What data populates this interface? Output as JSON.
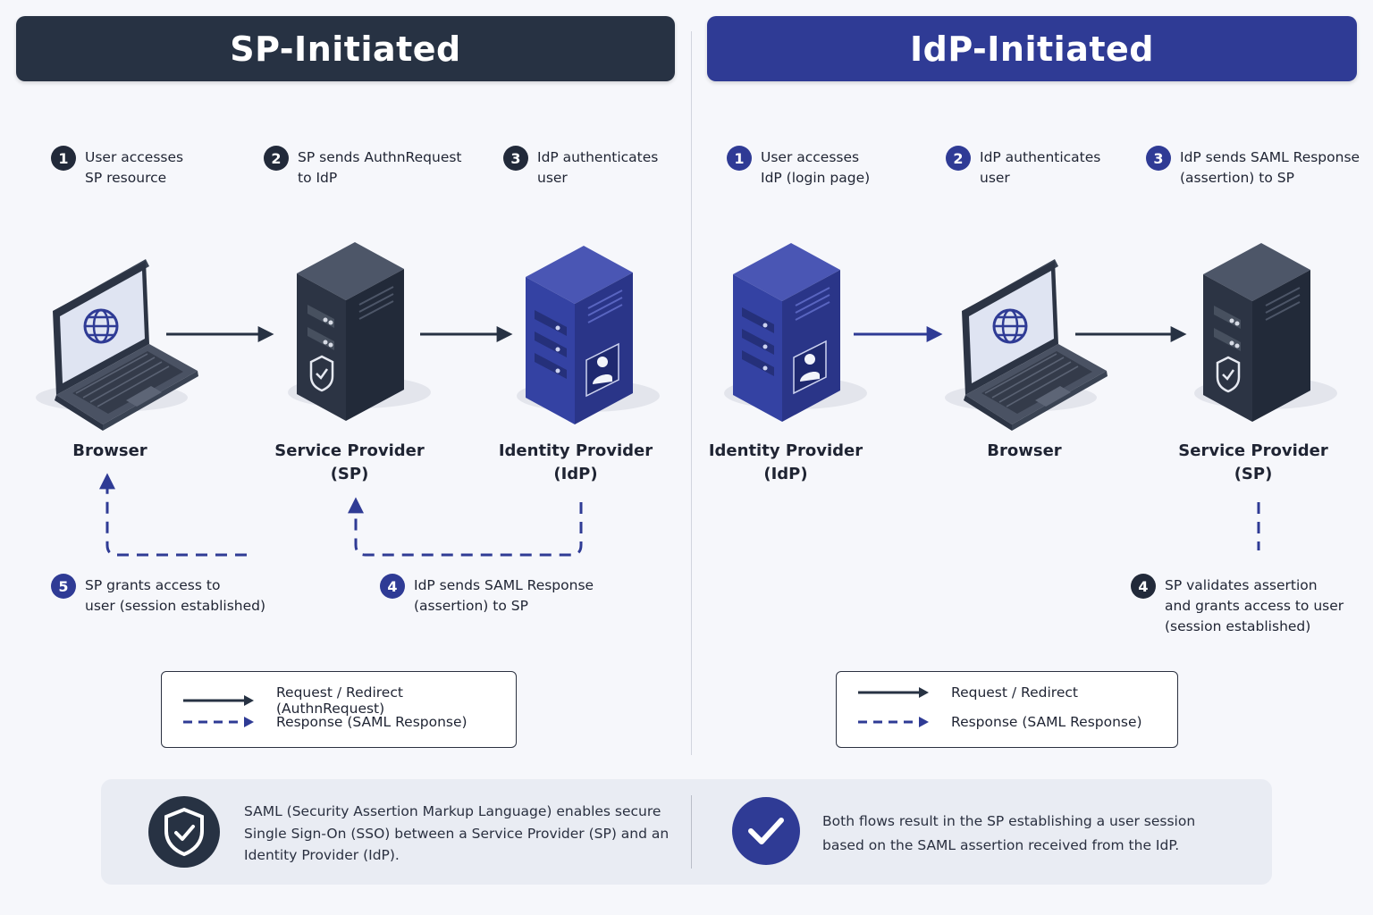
{
  "panels": {
    "sp_initiated": {
      "title": "SP-Initiated",
      "steps": [
        {
          "num": "1",
          "text": "User accesses\nSP resource"
        },
        {
          "num": "2",
          "text": "SP sends AuthnRequest\nto IdP"
        },
        {
          "num": "3",
          "text": "IdP authenticates\nuser"
        },
        {
          "num": "4",
          "text": "IdP sends SAML Response\n(assertion) to SP"
        },
        {
          "num": "5",
          "text": "SP grants access to\nuser (session established)"
        }
      ],
      "nodes": [
        "Browser",
        "Service Provider\n(SP)",
        "Identity Provider\n(IdP)"
      ],
      "legend": {
        "request": "Request / Redirect (AuthnRequest)",
        "response": "Response (SAML Response)"
      }
    },
    "idp_initiated": {
      "title": "IdP-Initiated",
      "steps": [
        {
          "num": "1",
          "text": "User accesses\nIdP (login page)"
        },
        {
          "num": "2",
          "text": "IdP authenticates\nuser"
        },
        {
          "num": "3",
          "text": "IdP sends SAML Response\n(assertion) to SP"
        },
        {
          "num": "4",
          "text": "SP validates assertion\nand grants access to user\n(session established)"
        }
      ],
      "nodes": [
        "Identity Provider\n(IdP)",
        "Browser",
        "Service Provider\n(SP)"
      ],
      "legend": {
        "request": "Request / Redirect",
        "response": "Response (SAML Response)"
      }
    }
  },
  "footer": {
    "left_text": "SAML (Security Assertion Markup Language) enables secure\nSingle Sign-On (SSO) between a Service Provider (SP) and an\nIdentity Provider (IdP).",
    "right_text": "Both flows result in the SP establishing a user session\nbased on the SAML assertion received from the IdP.",
    "left_icon": "shield-check-icon",
    "right_icon": "checkmark-icon"
  },
  "colors": {
    "dark": "#273243",
    "blue": "#2f3b95",
    "arrow_dark": "#273243",
    "arrow_blue": "#2f3b95"
  }
}
